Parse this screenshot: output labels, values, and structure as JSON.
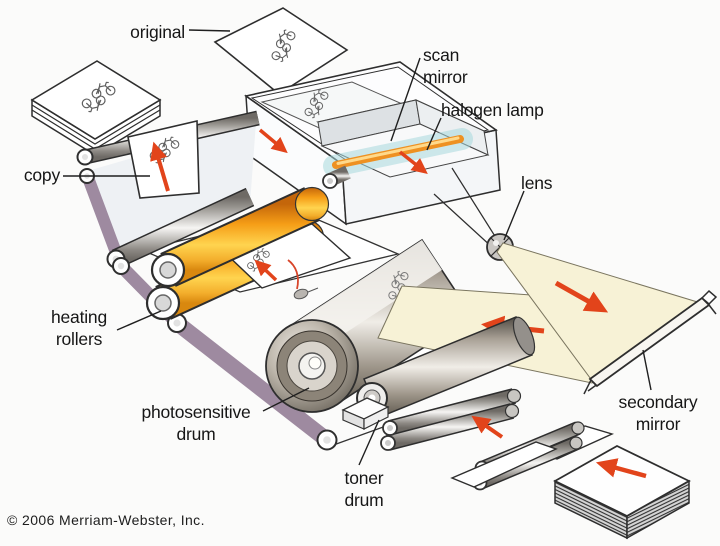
{
  "diagram": {
    "subject": "photocopier cutaway diagram",
    "labels": {
      "original": "original",
      "scan_mirror": "scan\nmirror",
      "halogen_lamp": "halogen lamp",
      "lens": "lens",
      "copy": "copy",
      "heating_rollers": "heating\nrollers",
      "photosensitive_drum": "photosensitive\ndrum",
      "toner_drum": "toner\ndrum",
      "secondary_mirror": "secondary\nmirror"
    },
    "copyright": "© 2006 Merriam-Webster, Inc.",
    "icons": {
      "test_image": "bicycle-sketch-pair-icon",
      "flow_arrows": "red-direction-arrow-icon"
    },
    "colors": {
      "outline": "#2e2e2e",
      "arrow_red": "#e2441b",
      "heating_roller_orange": "#f59d16",
      "light_beam_cream": "#f7f2d6",
      "belt_mauve": "#9e8aa0",
      "lamp_orange": "#ee9122"
    }
  }
}
